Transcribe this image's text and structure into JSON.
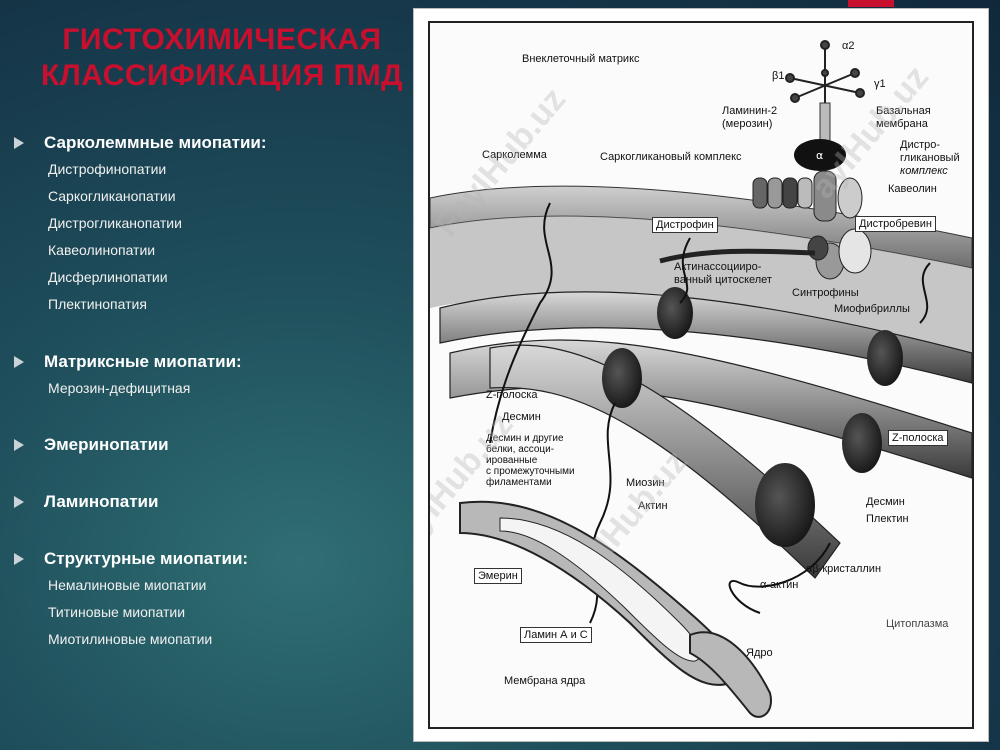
{
  "slide": {
    "title_line1": "ГИСТОХИМИЧЕСКАЯ",
    "title_line2": "КЛАССИФИКАЦИЯ ПМД"
  },
  "sections": [
    {
      "heading": "Сарколеммные миопатии:",
      "items": [
        "Дистрофинопатии",
        "Саркогликанопатии",
        "Дистрогликанопатии",
        "Кавеолинопатии",
        "Дисферлинопатии",
        "Плектинопатия"
      ]
    },
    {
      "heading": "Матриксные миопатии:",
      "items": [
        "Мерозин-дефицитная"
      ]
    },
    {
      "heading": "Эмеринопатии",
      "items": []
    },
    {
      "heading": "Ламинопатии",
      "items": []
    },
    {
      "heading": "Структурные миопатии:",
      "items": [
        "Немалиновые миопатии",
        "Титиновые миопатии",
        "Миотилиновые миопатии"
      ]
    }
  ],
  "figure": {
    "labels": {
      "extracellular_matrix": "Внеклеточный матрикс",
      "alpha2": "α2",
      "beta1": "β1",
      "gamma1": "γ1",
      "laminin": "Ламинин-2",
      "merosin": "(мерозин)",
      "basal_membrane1": "Базальная",
      "basal_membrane2": "мембрана",
      "sarcolemma": "Сарколемма",
      "sarcoglycan_complex": "Саркогликановый комплекс",
      "dystroglycan1": "Дистро-",
      "dystroglycan2": "гликановый",
      "dystroglycan3": "комплекс",
      "caveolin": "Кавеолин",
      "dystrophin": "Дистрофин",
      "dystrobrevin": "Дистробревин",
      "actin_cyto1": "Актинассоцииро-",
      "actin_cyto2": "ванный цитоскелет",
      "syntrophins": "Синтрофины",
      "myofibrils": "Миофибриллы",
      "z_band_left": "Z-полоска",
      "desmin_left": "Десмин",
      "desmin_other1": "Десмин и другие",
      "desmin_other2": "белки, ассоци-",
      "desmin_other3": "ированные",
      "desmin_other4": "с промежуточными",
      "desmin_other5": "филаментами",
      "myosin": "Миозин",
      "actin": "Актин",
      "z_band_right": "Z-полоска",
      "desmin_right": "Десмин",
      "plectin": "Плектин",
      "ab_crystallin": "αβ-кристаллин",
      "a_actin": "α-актин",
      "emerin": "Эмерин",
      "lamin": "Ламин А и С",
      "nucleus": "Ядро",
      "nuclear_membrane": "Мембрана ядра",
      "cytoplasm": "Цитоплазма"
    },
    "watermarks": [
      "FayIHub.uz",
      "ayIHub.uz",
      "yIHub.uz",
      "IHub.uz"
    ]
  },
  "colors": {
    "title": "#c8102e",
    "accent": "#c8102e",
    "text": "#ffffff"
  }
}
